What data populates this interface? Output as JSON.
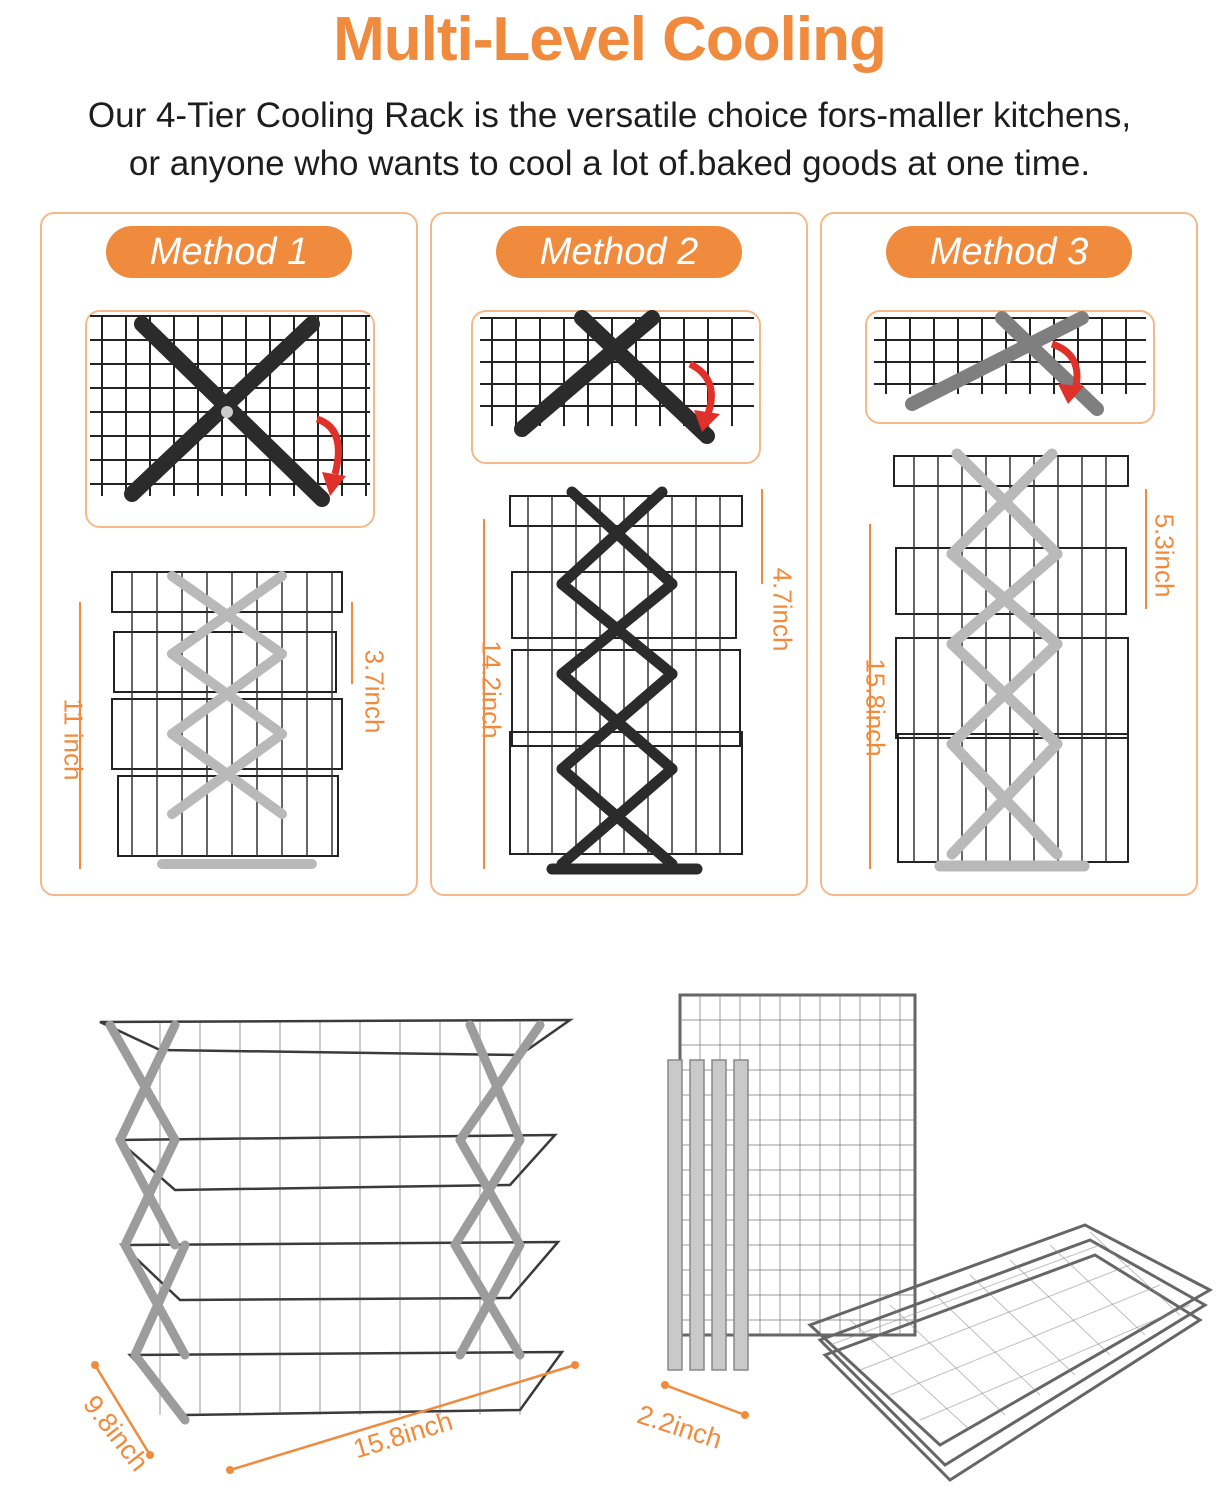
{
  "header": {
    "title": "Multi-Level Cooling",
    "subtitle_line1": "Our 4-Tier Cooling Rack is the versatile choice fors-maller kitchens,",
    "subtitle_line2": "or anyone who wants to cool a lot of.baked goods at one time."
  },
  "methods": [
    {
      "label": "Method 1",
      "tier_spacing": "3.7inch",
      "total_height": "11 inch"
    },
    {
      "label": "Method 2",
      "tier_spacing": "4.7inch",
      "total_height": "14.2inch"
    },
    {
      "label": "Method 3",
      "tier_spacing": "5.3inch",
      "total_height": "15.8inch"
    }
  ],
  "dimensions": {
    "depth": "9.8inch",
    "width": "15.8inch",
    "folded_thickness": "2.2inch"
  },
  "colors": {
    "accent": "#f08a3c",
    "panel_border": "#f4b98b",
    "arrow": "#e0302a",
    "dark_frame": "#2b2b2b",
    "steel": "#a9a9a9"
  }
}
